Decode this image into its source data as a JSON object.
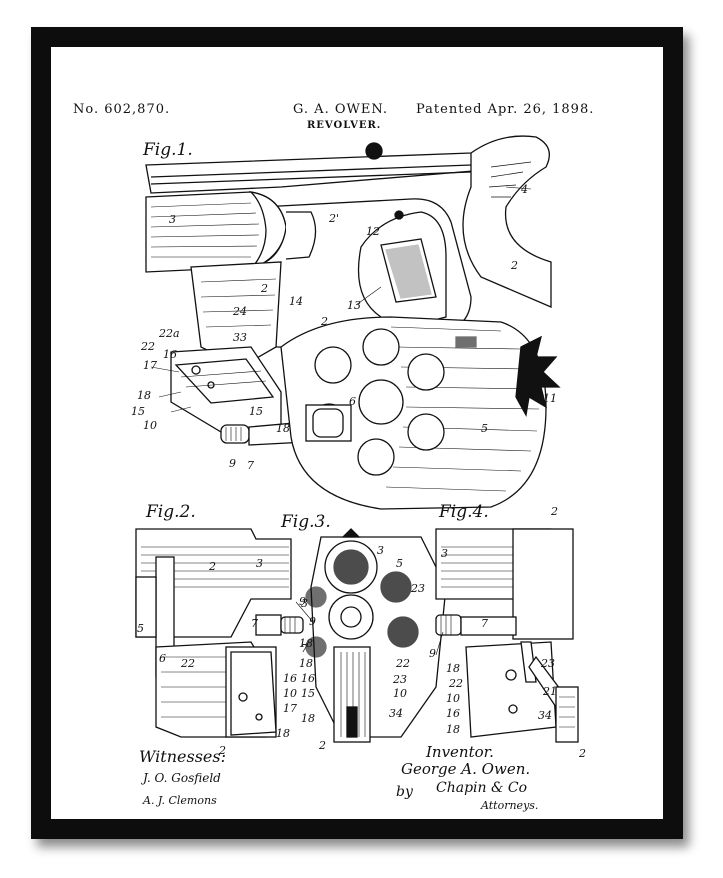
{
  "header": {
    "patent_no": "No. 602,870.",
    "inventor_short": "G. A. OWEN.",
    "patented": "Patented Apr. 26, 1898.",
    "subject": "REVOLVER."
  },
  "figures": {
    "fig1": "Fig.1.",
    "fig2": "Fig.2.",
    "fig3": "Fig.3.",
    "fig4": "Fig.4."
  },
  "signatures": {
    "witnesses_label": "Witnesses:",
    "witness1": "J. O. Gosfield",
    "witness2": "A. J. Clemons",
    "inventor_label": "Inventor.",
    "inventor_name": "George A. Owen.",
    "by": "by",
    "attorneys_sig": "Chapin & Co",
    "attorneys_label": "Attorneys."
  },
  "numerals": {
    "n2": "2",
    "n3": "3",
    "n4": "4",
    "n5": "5",
    "n6": "6",
    "n7": "7",
    "n9": "9",
    "n10": "10",
    "n11": "11",
    "n12": "12",
    "n13": "13",
    "n14": "14",
    "n15": "15",
    "n16": "16",
    "n17": "17",
    "n18": "18",
    "n22": "22",
    "n22a": "22a",
    "n23": "23",
    "n24": "24",
    "n33": "33",
    "n34": "34",
    "n21": "21",
    "n2b": "2'"
  },
  "colors": {
    "frame": "#0d0d0d",
    "mat": "#ffffff",
    "ink": "#111111"
  }
}
